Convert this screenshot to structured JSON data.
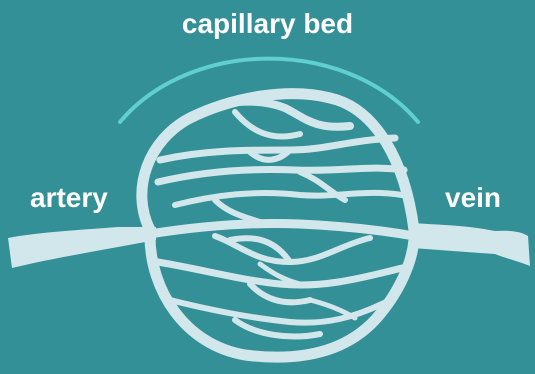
{
  "diagram": {
    "title": "capillary bed",
    "left_label": "artery",
    "right_label": "vein"
  },
  "colors": {
    "background": "#339096",
    "vessel": "#d2e7eb",
    "arc": "#5fcfd0",
    "text": "#ffffff"
  }
}
